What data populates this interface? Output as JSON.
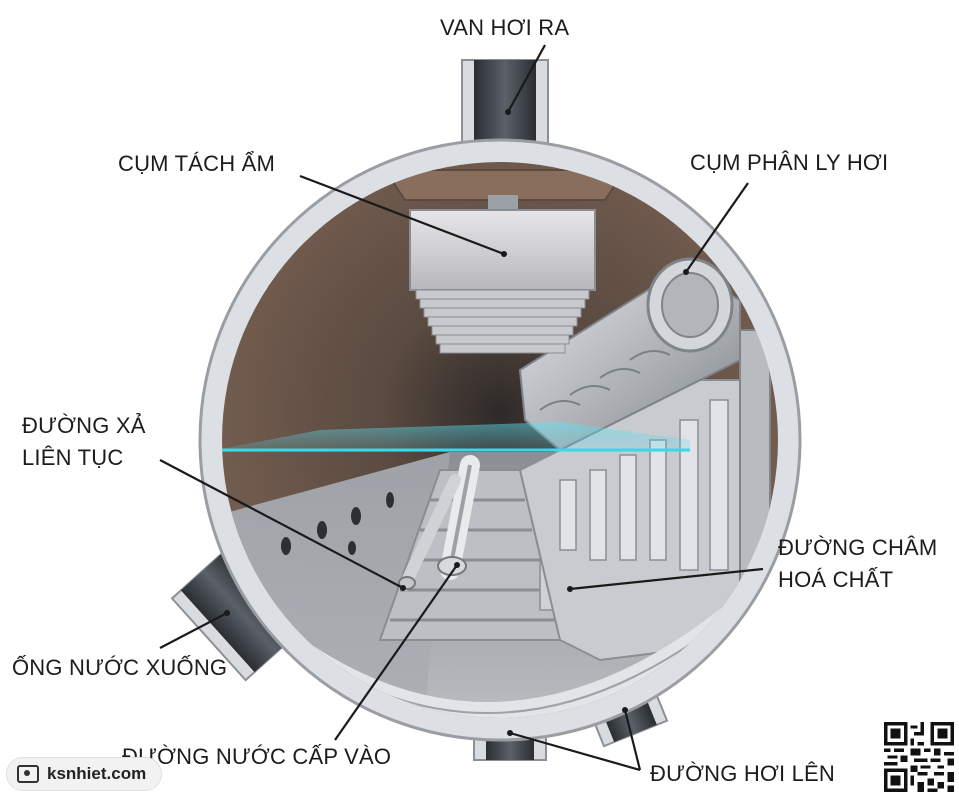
{
  "labels": {
    "steam_outlet": "VAN HƠI RA",
    "moisture_separator": "CỤM TÁCH ẨM",
    "cyclone_separator": "CỤM PHÂN LY HƠI",
    "continuous_blowdown_l1": "ĐƯỜNG XẢ",
    "continuous_blowdown_l2": "LIÊN TỤC",
    "chemical_dosing_l1": "ĐƯỜNG CHÂM",
    "chemical_dosing_l2": "HOÁ CHẤT",
    "downcomer": "ỐNG NƯỚC XUỐNG",
    "feedwater_inlet": "ĐƯỜNG NƯỚC CẤP VÀO",
    "riser": "ĐƯỜNG HƠI LÊN"
  },
  "watermark": {
    "text": "ksnhiet.com",
    "icon": "camera-icon"
  },
  "colors": {
    "shell_outer": "#dcdfe3",
    "interior_dark": "#6e5a4e",
    "water_line": "#3fd6ea",
    "pipe_dark": "#3a3f44",
    "steel": "#c7cbd0"
  }
}
